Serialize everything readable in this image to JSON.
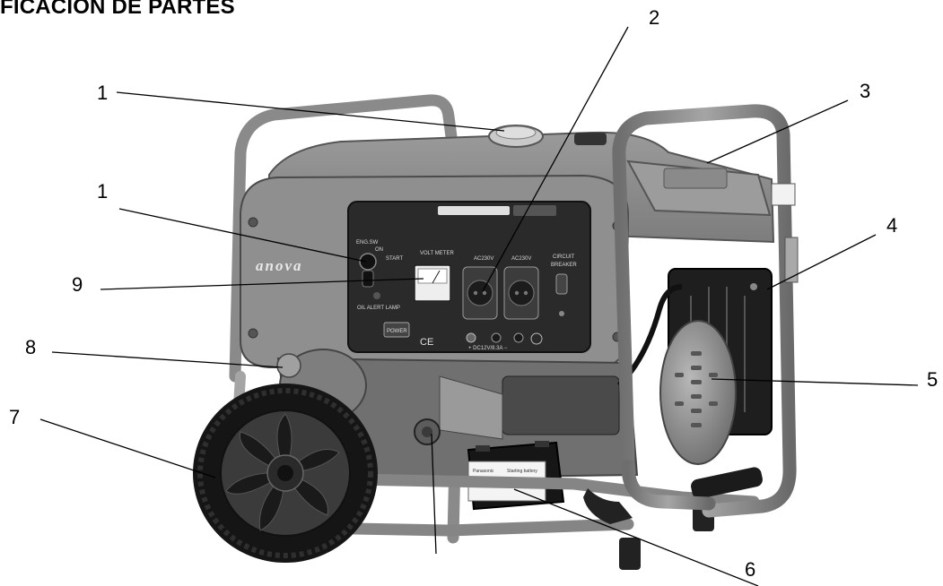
{
  "title": "FICACIÓN DE PARTES",
  "callouts": [
    {
      "id": "c1a",
      "number": "1"
    },
    {
      "id": "c2",
      "number": "2"
    },
    {
      "id": "c3",
      "number": "3"
    },
    {
      "id": "c1b",
      "number": "1"
    },
    {
      "id": "c4",
      "number": "4"
    },
    {
      "id": "c9",
      "number": "9"
    },
    {
      "id": "c8",
      "number": "8"
    },
    {
      "id": "c5",
      "number": "5"
    },
    {
      "id": "c7",
      "number": "7"
    },
    {
      "id": "c6",
      "number": "6"
    }
  ],
  "panel": {
    "brand": "anova",
    "eng_sw": "ENG.SW",
    "on": "ON",
    "start": "START",
    "volt_meter": "VOLT METER",
    "ac230_left": "AC230V",
    "ac230_right": "AC230V",
    "circuit_breaker_1": "CIRCUIT",
    "circuit_breaker_2": "BREAKER",
    "oil_alert": "OIL ALERT LAMP",
    "dc_output": "+ DC12V/8.3A −",
    "ce": "CE",
    "power_badge": "POWER"
  },
  "battery": {
    "brand": "Panasonic",
    "label": "Starting battery"
  }
}
